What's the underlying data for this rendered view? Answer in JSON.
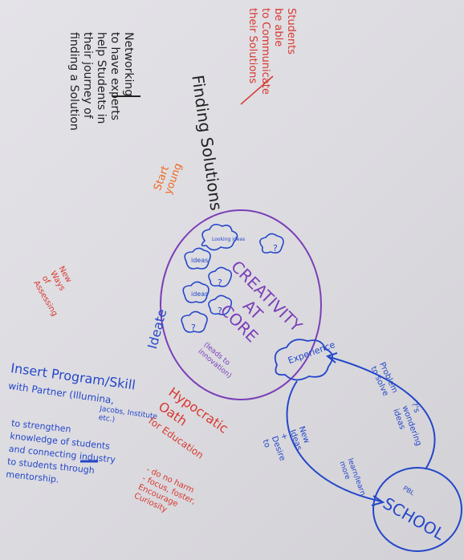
{
  "students_note": {
    "lines": [
      "Students",
      "be able",
      "to Communicate",
      "their Solutions"
    ]
  },
  "networking_note": {
    "lines": [
      "Networking",
      "to have experts",
      "help Students in",
      "their journey of",
      "finding a Solution"
    ]
  },
  "finding_solutions": "Finding Solutions",
  "start_young": {
    "lines": [
      "Start",
      "young"
    ]
  },
  "new_ways": {
    "lines": [
      "New",
      "Ways",
      "of",
      "Assessing"
    ]
  },
  "ideate": "Ideate",
  "creativity": {
    "lines": [
      "CREATIVITY",
      "AT",
      "CORE"
    ],
    "leads": [
      "(leads to",
      "innovation)"
    ]
  },
  "clouds": [
    "?",
    "?",
    "?",
    "?",
    "ideas",
    "ideas",
    "ideas",
    "Looking ideas"
  ],
  "experience": "Experience",
  "problem_to_solve": {
    "lines": [
      "Problem",
      "to solve"
    ]
  },
  "questions_wondering": {
    "lines": [
      "?'s",
      "wondering",
      "ideas"
    ]
  },
  "new_ideas": {
    "lines": [
      "New",
      "Ideas",
      "+",
      "Desire",
      "to"
    ]
  },
  "learn_more": {
    "lines": [
      "learn/learn",
      "more"
    ]
  },
  "school": {
    "label": "SCHOOL",
    "tag": "PBL"
  },
  "insert_program": {
    "title_lines": [
      "Insert Program/Skill",
      "with Partner (Illumina,"
    ],
    "partners": [
      "Jacobs, Institute",
      "etc.)"
    ],
    "body_lines": [
      "to strengthen",
      "knowledge of students",
      "and connecting industry",
      "to students through",
      "mentorship."
    ]
  },
  "hippocratic": {
    "lines": [
      "Hypocratic",
      "Oath",
      "for Education"
    ],
    "sub_lines": [
      "- do no harm",
      "- focus, foster,",
      "Encourage",
      "Curiosity"
    ]
  },
  "colors": {
    "red": "#d8382e",
    "black": "#222222",
    "blue": "#2447c9",
    "purple": "#7b3fb7",
    "orange": "#ef6a22",
    "paper": "#e1e0e5"
  }
}
